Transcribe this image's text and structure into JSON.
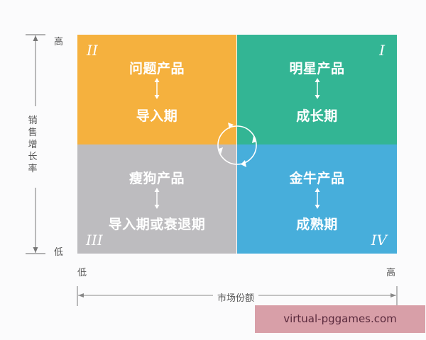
{
  "diagram": {
    "type": "bcg-matrix",
    "y_axis": {
      "title": "销售增长率",
      "high": "高",
      "low": "低"
    },
    "x_axis": {
      "title": "市场份额",
      "high": "高",
      "low": "低"
    },
    "quadrants": [
      {
        "id": "q1",
        "roman": "I",
        "product": "明星产品",
        "stage": "成长期",
        "color": "#33b594"
      },
      {
        "id": "q2",
        "roman": "II",
        "product": "问题产品",
        "stage": "导入期",
        "color": "#f5b13e"
      },
      {
        "id": "q3",
        "roman": "III",
        "product": "瘦狗产品",
        "stage": "导入期或衰退期",
        "color": "#bdbcbf"
      },
      {
        "id": "q4",
        "roman": "IV",
        "product": "金牛产品",
        "stage": "成熟期",
        "color": "#47aedb"
      }
    ],
    "cycle_arrows": "clockwise"
  },
  "watermark": {
    "text": "virtual-pggames.com"
  }
}
